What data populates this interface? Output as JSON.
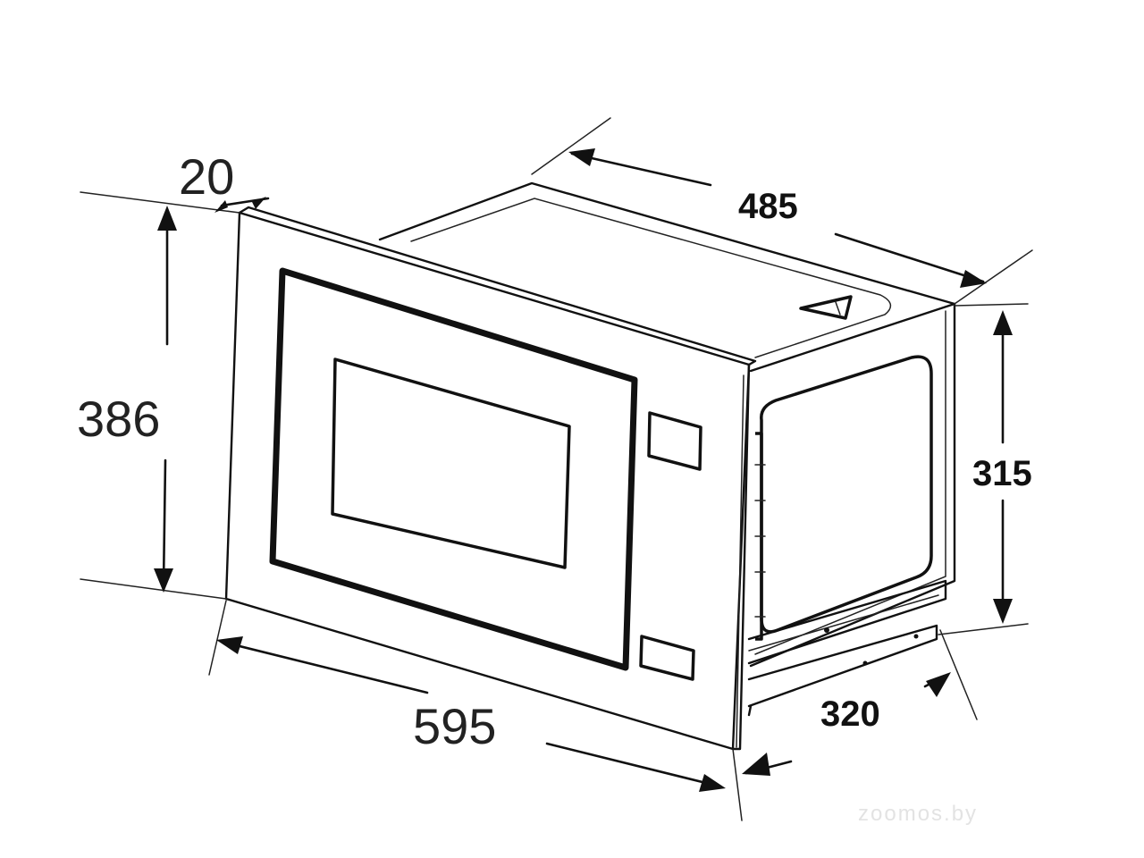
{
  "dimensions": {
    "frame_depth": "20",
    "body_depth": "485",
    "frame_height": "386",
    "body_height": "315",
    "frame_width": "595",
    "body_width": "320"
  },
  "watermark": "zoomos.by",
  "colors": {
    "line": "#111111",
    "background": "#ffffff",
    "watermark": "#e3e3e3"
  }
}
